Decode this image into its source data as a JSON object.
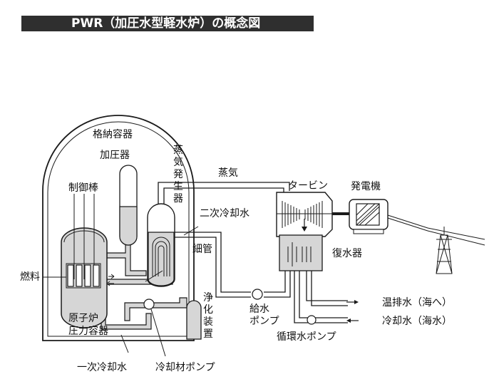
{
  "title": "PWR（加圧水型軽水炉）の概念図",
  "labels": {
    "containment": "格納容器",
    "pressurizer": "加圧器",
    "steam_generator": "蒸気発生器",
    "control_rods": "制御棒",
    "fuel": "燃料",
    "reactor_vessel_line1": "原子炉",
    "reactor_vessel_line2": "圧力容器",
    "primary_coolant": "一次冷却水",
    "coolant_pump": "冷却材ポンプ",
    "purifier": "浄化装置",
    "tubes": "細管",
    "secondary_coolant": "二次冷却水",
    "steam": "蒸気",
    "turbine": "タービン",
    "generator": "発電機",
    "condenser": "復水器",
    "feedwater_pump_line1": "給水",
    "feedwater_pump_line2": "ポンプ",
    "circulating_pump": "循環水ポンプ",
    "warm_discharge": "温排水（海へ）",
    "cooling_water": "冷却水（海水）"
  },
  "colors": {
    "title_bg": "#2f2f2f",
    "title_fg": "#ffffff",
    "water": "#d6d6d6",
    "line": "#1a1a1a"
  }
}
